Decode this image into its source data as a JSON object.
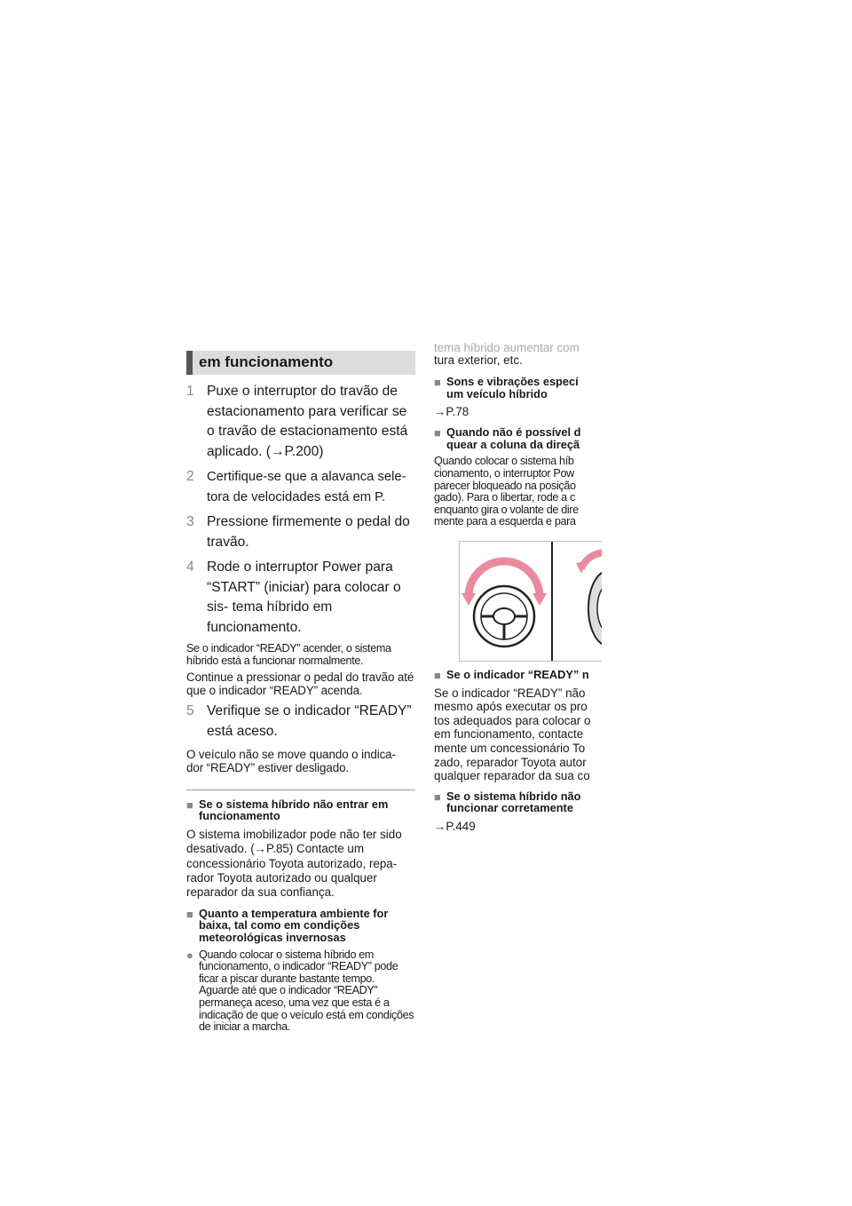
{
  "left": {
    "heading": "em funcionamento",
    "steps": [
      {
        "num": "1",
        "text": "Puxe o interruptor do travão de estacionamento para verificar se o travão de estacionamento está aplicado. (→P.200)"
      },
      {
        "num": "2",
        "text": "Certifique-se que a alavanca sele- tora de velocidades está em P."
      },
      {
        "num": "3",
        "text": "Pressione firmemente o pedal do travão."
      },
      {
        "num": "4",
        "text": "Rode o interruptor Power para “START” (iniciar) para colocar o sis- tema híbrido em funcionamento."
      },
      {
        "num": "5",
        "text": "Verifique se o indicador “READY” está aceso."
      }
    ],
    "note1": "Se o indicador “READY” acender, o sistema híbrido está a funcionar normalmente.",
    "note2": "Continue a pressionar o pedal do travão até que o indicador “READY” acenda.",
    "note3": "O veículo não se move quando o indica- dor “READY” estiver desligado.",
    "sec1_title": "Se o sistema híbrido não entrar em funcionamento",
    "sec1_body": "O sistema imobilizador pode não ter sido desativado. (→P.85) Contacte um concessionário Toyota autorizado, repa- rador Toyota autorizado ou qualquer reparador da sua confiança.",
    "sec2_title": "Quanto a temperatura ambiente for baixa, tal como em condições meteorológicas invernosas",
    "sec2_bullet": "Quando colocar o sistema híbrido em funcionamento, o indicador “READY” pode ficar a piscar durante bastante tempo. Aguarde até que o indicador “READY” permaneça aceso, uma vez que esta é a indicação de que o veículo está em condições de iniciar a marcha."
  },
  "right": {
    "top_line1": "tema híbrido aumentar com",
    "top_line2": "tura exterior, etc.",
    "sec1_title_l1": "Sons e vibrações especí",
    "sec1_title_l2": "um veículo híbrido",
    "ref1": "→P.78",
    "sec2_title_l1": "Quando não é possível d",
    "sec2_title_l2": "quear a coluna da direçã",
    "body2": [
      "Quando colocar o sistema híb",
      "cionamento, o interruptor Pow",
      "parecer bloqueado na posição",
      "gado). Para o libertar, rode a c",
      "enquanto gira o volante de dire",
      "mente para a esquerda e para"
    ],
    "sec3_title": "Se o indicador “READY” n",
    "body3": [
      "Se o indicador “READY” não",
      "mesmo após executar os pro",
      "tos adequados para colocar o",
      "em funcionamento, contacte",
      "mente um concessionário To",
      "zado, reparador Toyota autor",
      "qualquer reparador da sua co"
    ],
    "sec4_title_l1": "Se o sistema híbrido não",
    "sec4_title_l2": "funcionar corretamente",
    "ref2": "→P.449"
  },
  "colors": {
    "accent_bar": "#555555",
    "heading_bg": "#dcdcdc",
    "step_number": "#888888",
    "arrow_pink": "#e98b9c"
  }
}
